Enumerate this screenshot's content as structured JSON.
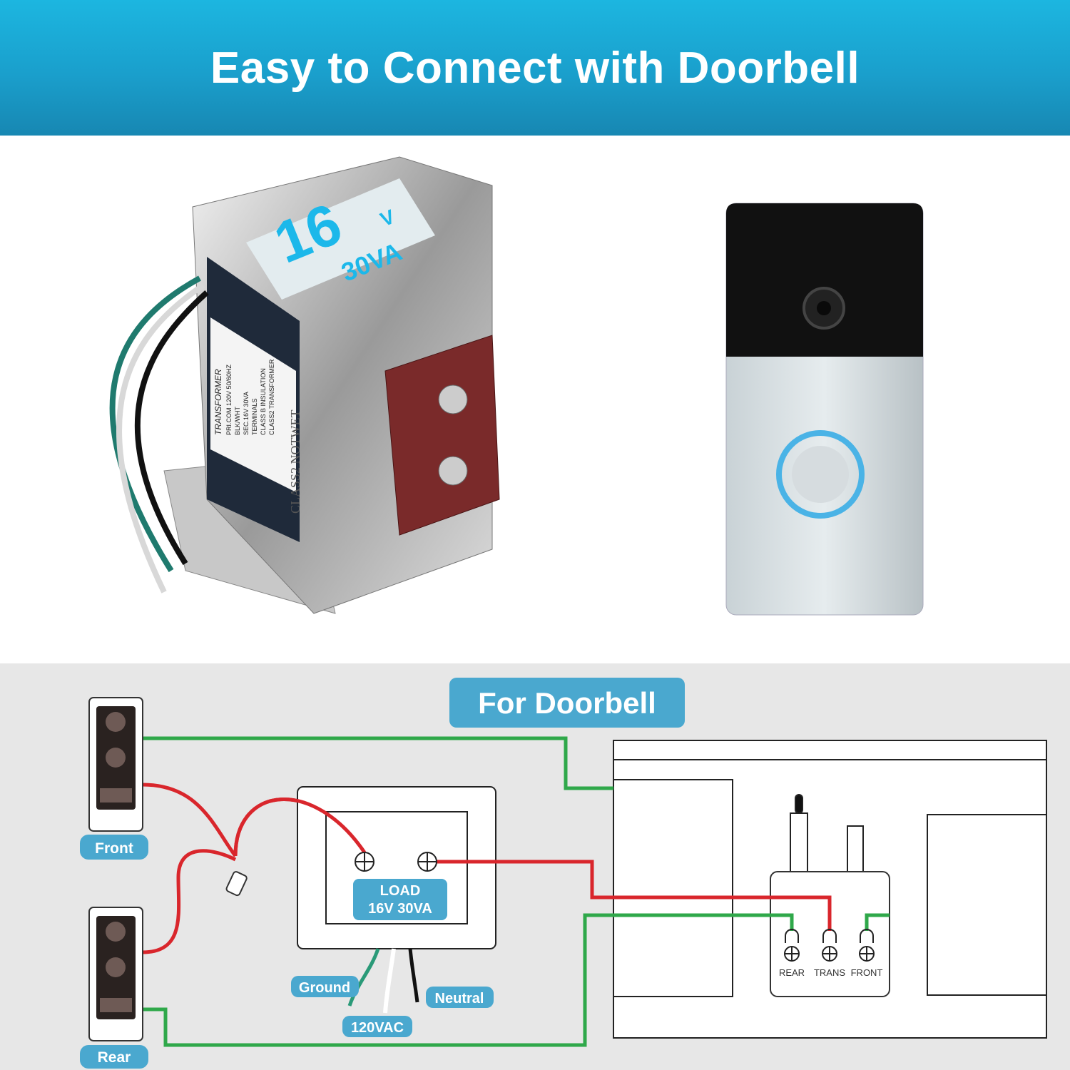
{
  "header": {
    "title": "Easy to Connect with Doorbell"
  },
  "product": {
    "label_voltage": "16",
    "label_voltage_unit": "V",
    "label_power": "30VA",
    "side_label": [
      "TRANSFORMER",
      "PRI.COM 120V 50/60HZ",
      "BLK/WHT",
      "SEC.16V 30VA",
      "TERMINALS",
      "CLASS B INSULATION",
      "CLASS2 TRANSFORMER"
    ],
    "embossed_text": "CLASS2  NOTWET"
  },
  "diagram": {
    "title": "For Doorbell",
    "doorbells": [
      {
        "label": "Front"
      },
      {
        "label": "Rear"
      }
    ],
    "transformer": {
      "load_line1": "LOAD",
      "load_line2": "16V 30VA"
    },
    "supply_labels": {
      "ground": "Ground",
      "neutral": "Neutral",
      "voltage": "120VAC"
    },
    "chime_terminals": [
      "REAR",
      "TRANS",
      "FRONT"
    ],
    "colors": {
      "accent": "#4aa8cf",
      "wire_green": "#2fa84a",
      "wire_red": "#d9262c",
      "header_blue": "#1a9fcc"
    }
  }
}
